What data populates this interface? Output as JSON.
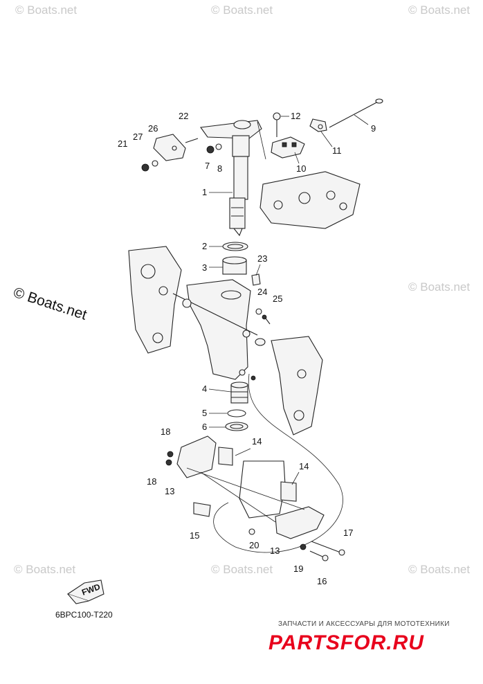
{
  "diagram": {
    "code": "6BPC100-T220",
    "fwd_label": "FWD",
    "callouts": [
      "1",
      "2",
      "3",
      "4",
      "5",
      "6",
      "7",
      "8",
      "9",
      "10",
      "11",
      "12",
      "13",
      "13",
      "14",
      "14",
      "15",
      "16",
      "17",
      "18",
      "18",
      "19",
      "20",
      "21",
      "22",
      "23",
      "24",
      "25",
      "26",
      "27"
    ]
  },
  "watermarks": {
    "small": "© Boats.net",
    "large": "© Boats.net"
  },
  "footer": {
    "shop_text": "ЗАПЧАСТИ И АКСЕССУАРЫ ДЛЯ МОТОТЕХНИКИ",
    "brand": "PARTSFOR.RU",
    "brand_color": "#e8001c"
  }
}
